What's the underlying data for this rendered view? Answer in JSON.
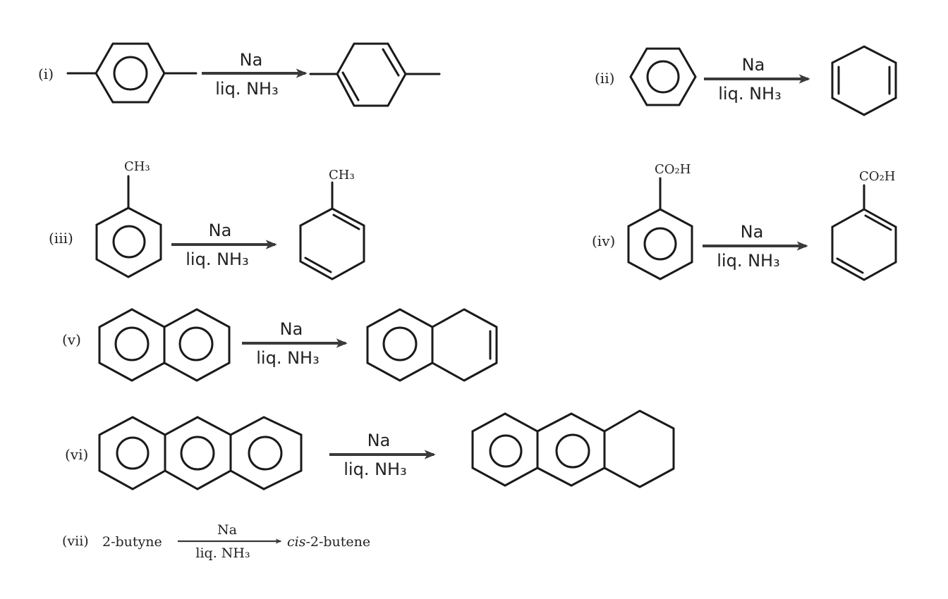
{
  "reactions": [
    {
      "label": "(i)",
      "reagent_top": "Na",
      "reagent_bottom": "liq. NH₃"
    },
    {
      "label": "(ii)",
      "reagent_top": "Na",
      "reagent_bottom": "liq. NH₃"
    },
    {
      "label": "(iii)",
      "reagent_top": "Na",
      "reagent_bottom": "liq. NH₃",
      "substituent": "CH₃",
      "product_substituent": "CH₃"
    },
    {
      "label": "(iv)",
      "reagent_top": "Na",
      "reagent_bottom": "liq. NH₃",
      "substituent": "CO₂H",
      "product_substituent": "CO₂H"
    },
    {
      "label": "(v)",
      "reagent_top": "Na",
      "reagent_bottom": "liq. NH₃"
    },
    {
      "label": "(vi)",
      "reagent_top": "Na",
      "reagent_bottom": "liq. NH₃"
    },
    {
      "label": "(vii)",
      "reagent_top": "Na",
      "reagent_bottom": "liq. NH₃",
      "reactant": "2-butyne",
      "product_prefix": "cis",
      "product_rest": "-2-butene"
    }
  ]
}
